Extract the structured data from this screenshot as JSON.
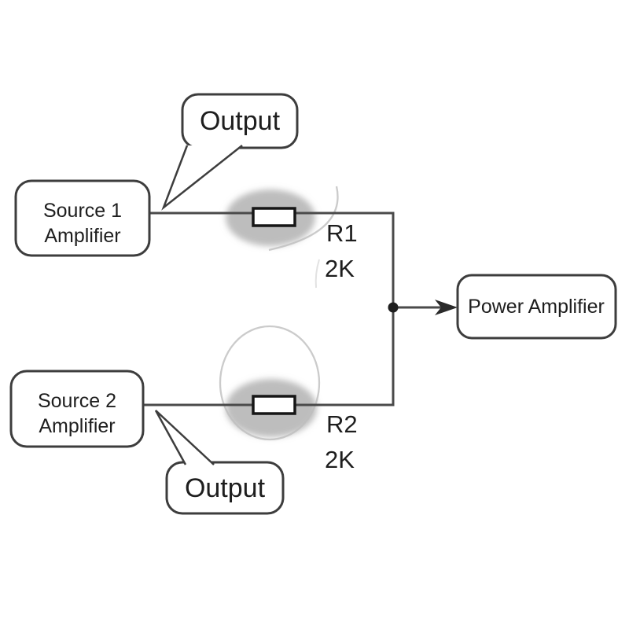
{
  "diagram": {
    "callout_top": {
      "label": "Output"
    },
    "callout_bottom": {
      "label": "Output"
    },
    "source1_box": {
      "line1": "Source 1",
      "line2": "Amplifier"
    },
    "source2_box": {
      "line1": "Source 2",
      "line2": "Amplifier"
    },
    "power_box": {
      "label": "Power Amplifier"
    },
    "resistor1": {
      "name": "R1",
      "value": "2K"
    },
    "resistor2": {
      "name": "R2",
      "value": "2K"
    },
    "colors": {
      "wire": "#4a4a4a",
      "box_border": "#3d3d3d",
      "highlight_fill": "#bdbdbd",
      "sketch_stroke": "#cbcbcb",
      "text": "#1e1e1e",
      "background": "#ffffff"
    }
  }
}
